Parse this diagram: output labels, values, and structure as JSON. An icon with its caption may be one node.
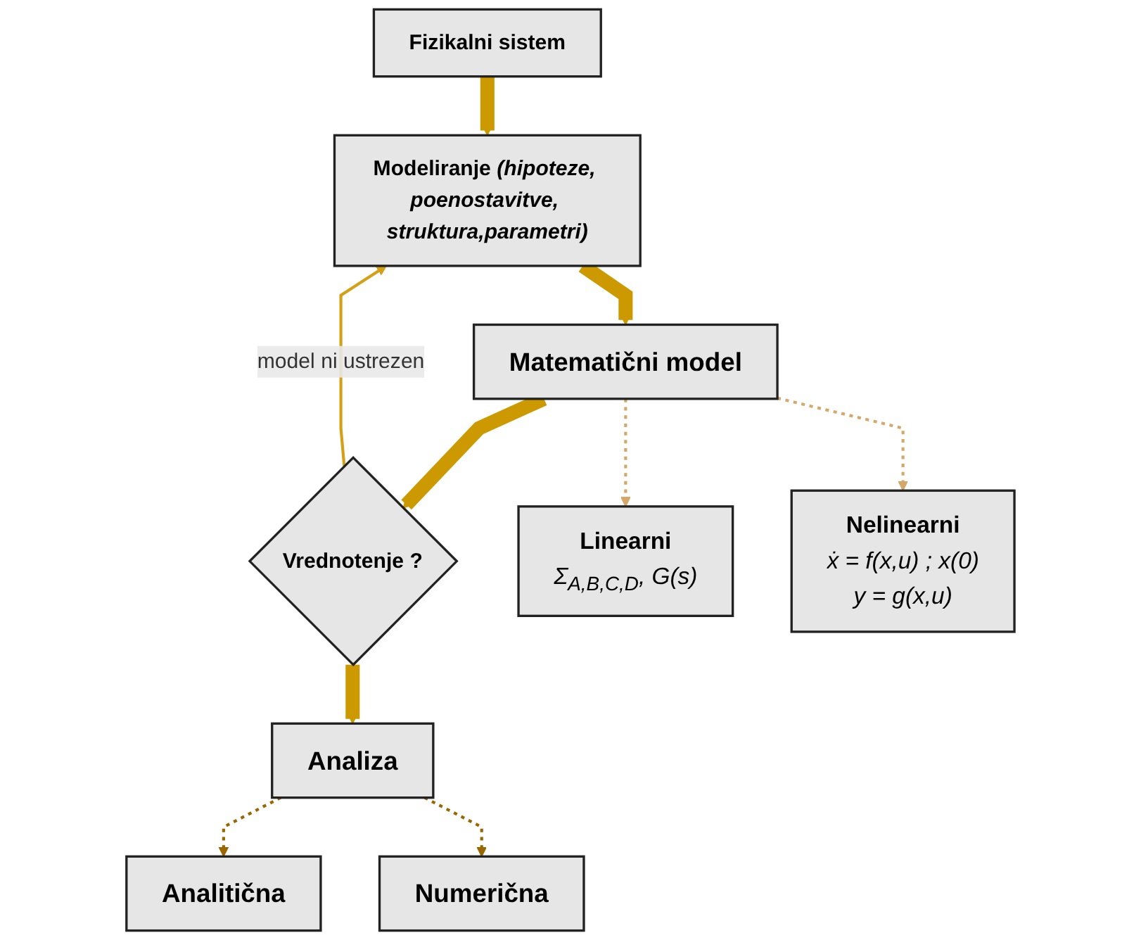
{
  "diagram": {
    "nodes": [
      {
        "text": [
          "Fizikalni sistem"
        ]
      },
      {
        "text": [
          "Modeliranje *(hipoteze, poenostavitve, struktura,parametri)*"
        ]
      },
      {
        "text": [
          "Matematični model"
        ]
      },
      {
        "text": [
          "Vrednotenje ?"
        ]
      },
      {
        "text": [
          "Analiza"
        ]
      },
      {
        "text": [
          "Linearni",
          "Σ$_{A,B,C,D}$, G(s)"
        ]
      },
      {
        "text": [
          "Nelinearni",
          "ẋ = f(x,u) ; x(0)",
          "y = g(x,u)"
        ]
      },
      {
        "text": [
          "Analitična"
        ]
      },
      {
        "text": [
          "Numerična"
        ]
      }
    ],
    "edges": [
      {
        "from": 0,
        "to": 1,
        "arrow": "to",
        "style": "thick",
        "color": "#cc9900"
      },
      {
        "from": 1,
        "to": 2,
        "arrow": "to",
        "style": "thick",
        "color": "#cc9900"
      },
      {
        "from": 2,
        "to": 3,
        "arrow": "to",
        "style": "thick",
        "color": "#cc9900"
      },
      {
        "from": 3,
        "to": 4,
        "arrow": "to",
        "style": "thick",
        "color": "#cc9900"
      },
      {
        "from": 3,
        "to": 1,
        "arrow": "to",
        "label": "model ni ustrezen",
        "color": "#d4a017"
      },
      {
        "from": 2,
        "to": 5,
        "arrow": "to",
        "style": "dashed",
        "color": "#d4a86a"
      },
      {
        "from": 2,
        "to": 6,
        "arrow": "to",
        "style": "dashed",
        "color": "#d4a86a"
      },
      {
        "from": 4,
        "to": 7,
        "arrow": "to",
        "style": "dashed",
        "color": "#996600"
      },
      {
        "from": 4,
        "to": 8,
        "arrow": "to",
        "style": "dashed",
        "color": "#996600"
      }
    ]
  }
}
